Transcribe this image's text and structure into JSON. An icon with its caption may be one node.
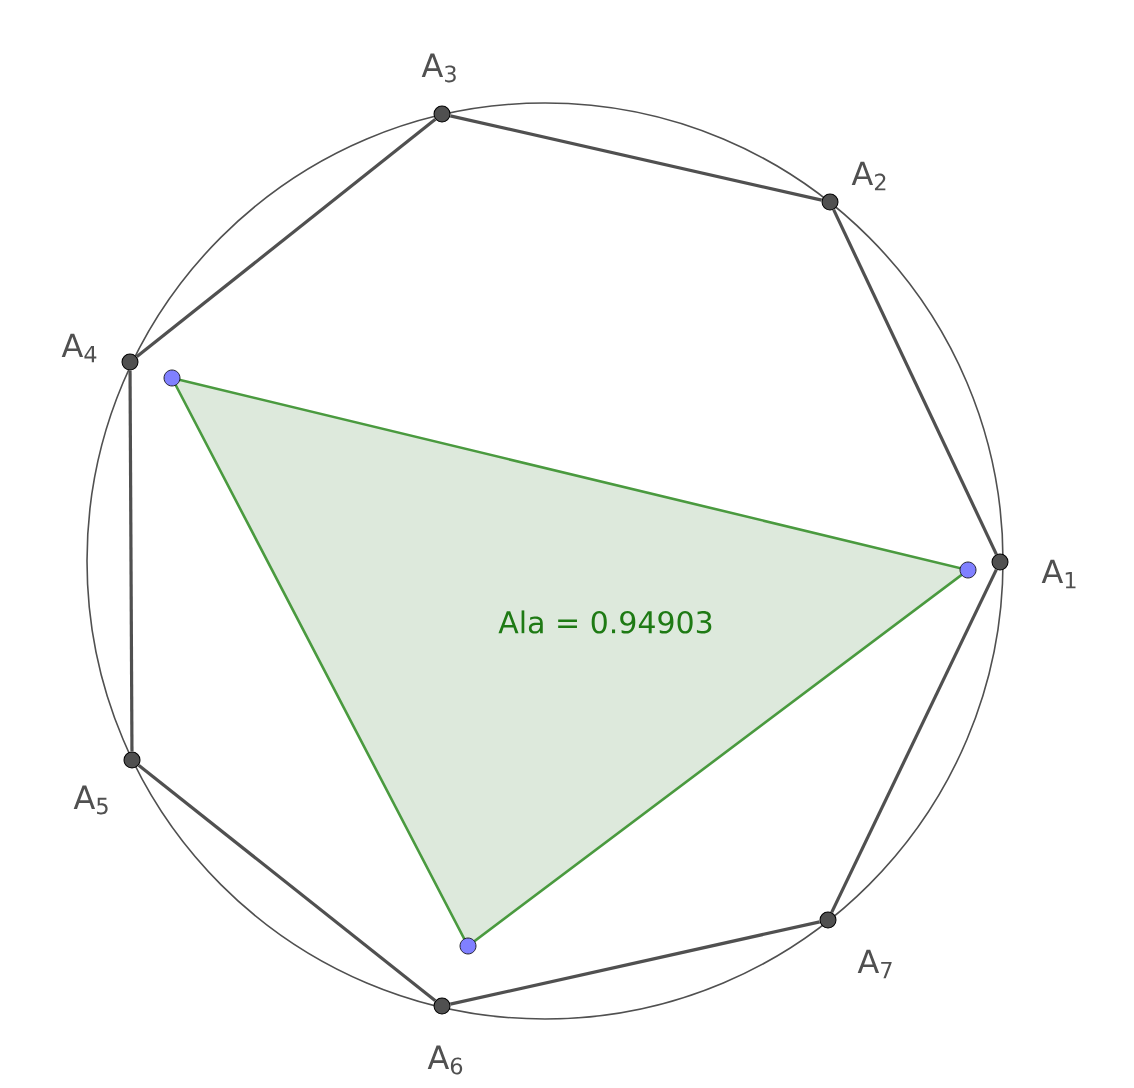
{
  "diagram": {
    "nodes": [
      {
        "text": [
          "A$_{1}$"
        ]
      },
      {
        "text": [
          "A$_{2}$"
        ]
      },
      {
        "text": [
          "A$_{3}$"
        ]
      },
      {
        "text": [
          "A$_{4}$"
        ]
      },
      {
        "text": [
          "A$_{5}$"
        ]
      },
      {
        "text": [
          "A$_{6}$"
        ]
      },
      {
        "text": [
          "A$_{7}$"
        ]
      },
      {
        "text": [
          "Ala = 0.94903"
        ]
      },
      {
        "text": [],
        "shape": "circle"
      },
      {
        "text": [],
        "shape": "circle"
      },
      {
        "text": [],
        "shape": "circle"
      }
    ],
    "edges": [
      {
        "from": 0,
        "to": 1,
        "arrow": "none"
      },
      {
        "from": 1,
        "to": 2,
        "arrow": "none"
      },
      {
        "from": 2,
        "to": 3,
        "arrow": "none"
      },
      {
        "from": 3,
        "to": 4,
        "arrow": "none"
      },
      {
        "from": 4,
        "to": 5,
        "arrow": "none"
      },
      {
        "from": 5,
        "to": 6,
        "arrow": "none"
      },
      {
        "from": 6,
        "to": 0,
        "arrow": "none"
      }
    ]
  }
}
